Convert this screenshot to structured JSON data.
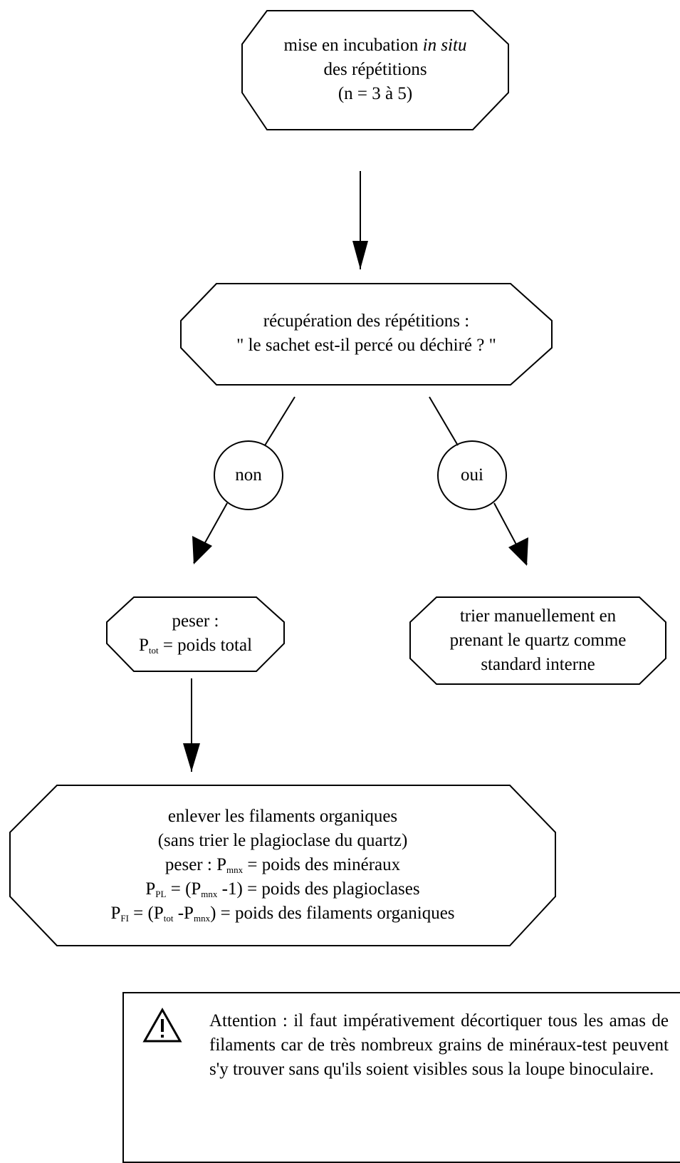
{
  "nodes": {
    "incubation": {
      "line1_pre": "mise en incubation ",
      "line1_em": "in situ",
      "line2": "des répétitions",
      "line3": "(n = 3 à 5)"
    },
    "recuperation": {
      "line1": "récupération des répétitions :",
      "line2": "\" le sachet est-il percé ou déchiré ? \""
    },
    "decision_no": "non",
    "decision_yes": "oui",
    "peser": {
      "line1": "peser :",
      "line2_p": "P",
      "line2_sub": "tot",
      "line2_rest": " = poids total"
    },
    "trier": {
      "line1": "trier manuellement en",
      "line2": "prenant le quartz comme",
      "line3": "standard interne"
    },
    "enlever": {
      "line1": "enlever les filaments organiques",
      "line2": "(sans trier le plagioclase du quartz)",
      "line3_pre": "peser : P",
      "line3_sub": "mnx",
      "line3_post": " = poids des minéraux",
      "line4_p": "P",
      "line4_sub1": "PL",
      "line4_mid": " = (P",
      "line4_sub2": "mnx",
      "line4_post": " -1) = poids des plagioclases",
      "line5_p": "P",
      "line5_sub1": "FI",
      "line5_mid1": " = (P",
      "line5_sub2": "tot",
      "line5_mid2": " -P",
      "line5_sub3": "mnx",
      "line5_post": ") = poids des filaments organiques"
    }
  },
  "warning": {
    "icon": "warning-triangle-icon",
    "text": "Attention : il faut impérativement décortiquer tous les amas de filaments car de très nombreux grains de minéraux-test peuvent s'y trouver sans qu'ils soient visibles sous la loupe binoculaire."
  }
}
